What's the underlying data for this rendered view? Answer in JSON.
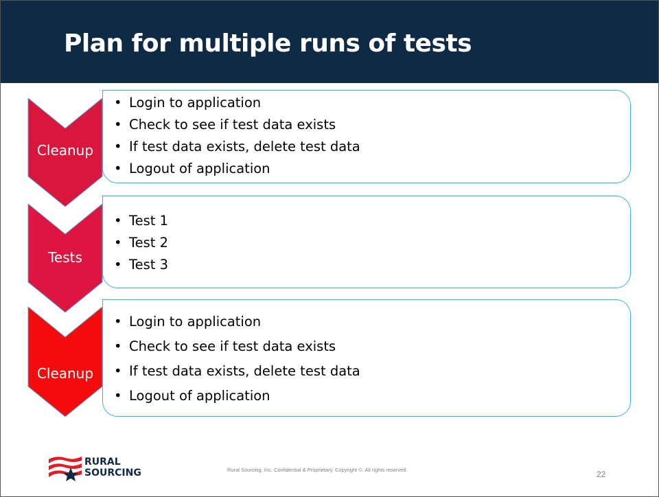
{
  "slide": {
    "title": "Plan for multiple runs of tests",
    "steps": [
      {
        "label": "Cleanup",
        "color": "#d9173c",
        "items": [
          "Login to application",
          "Check to see if test data exists",
          "If test data exists, delete test data",
          "Logout of application"
        ]
      },
      {
        "label": "Tests",
        "color": "#dd1540",
        "items": [
          "Test 1",
          "Test 2",
          "Test 3"
        ]
      },
      {
        "label": "Cleanup",
        "color": "#f40b0b",
        "items": [
          "Login to application",
          "Check to see if test data exists",
          "If test data exists, delete test data",
          "Logout of application"
        ]
      }
    ],
    "footer": {
      "logo_line1": "RURAL",
      "logo_line2": "SOURCING",
      "notice": "Rural Sourcing, Inc. Confidential & Proprietary. Copyright ©. All rights reserved.",
      "page_number": "22"
    }
  },
  "colors": {
    "header_bg": "#0e2a45",
    "box_border": "#2fb5e6",
    "logo_red": "#e31b23"
  }
}
